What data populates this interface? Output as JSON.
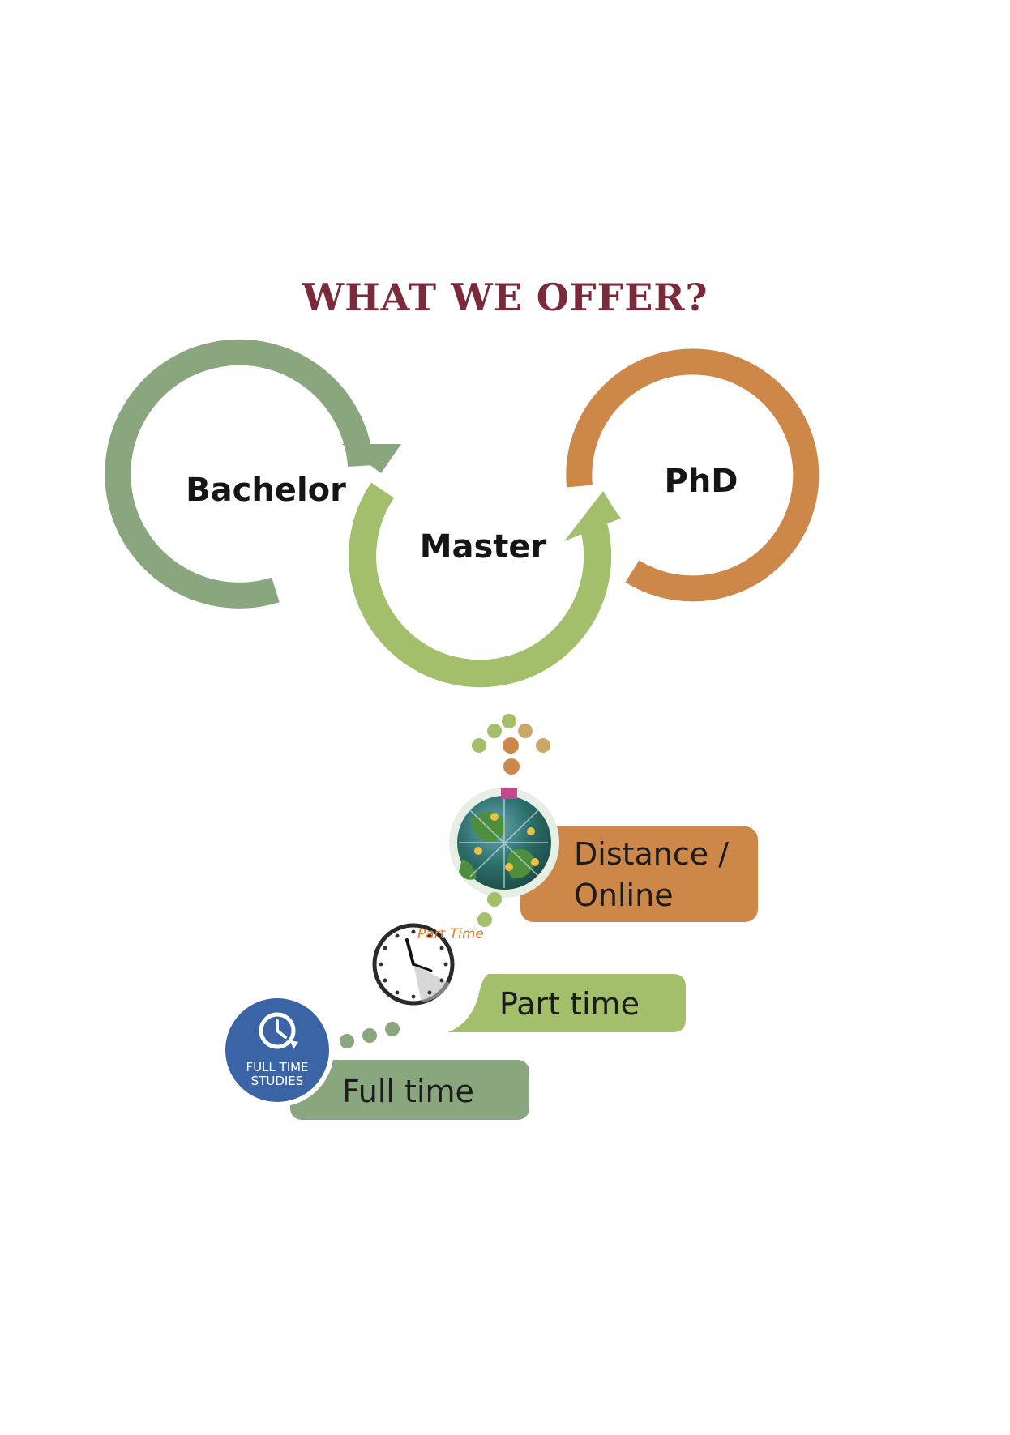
{
  "title": "WHAT WE OFFER?",
  "degrees": {
    "bachelor": "Bachelor",
    "master": "Master",
    "phd": "PhD"
  },
  "study_modes": {
    "distance_line1": "Distance /",
    "distance_line2": "Online",
    "part_time": "Part time",
    "full_time": "Full time",
    "clock_caption": "Part Time",
    "badge_line1": "FULL TIME",
    "badge_line2": "STUDIES"
  },
  "colors": {
    "title": "#7b2a3a",
    "bachelor_ring": "#8aa67f",
    "master_ring": "#a3bf6c",
    "phd_ring": "#cd8849",
    "badge": "#3b64a6"
  }
}
